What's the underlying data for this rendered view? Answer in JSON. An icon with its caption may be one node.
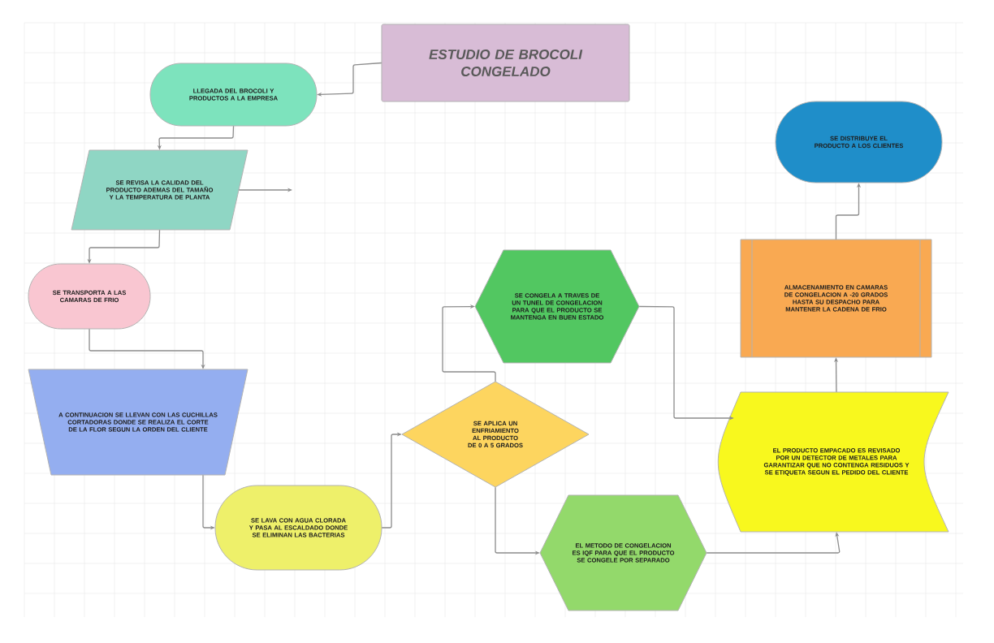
{
  "diagram": {
    "nodes": [
      {
        "text": [
          "ESTUDIO DE BROCOLI CONGELADO"
        ]
      },
      {
        "text": [
          "LLEGADA DEL BROCOLI Y PRODUCTOS A LA EMPRESA"
        ]
      },
      {
        "text": [
          "SE REVISA LA CALIDAD DEL PRODUCTO ADEMAS DEL TAMAÑO Y LA TEMPERATURA DE PLANTA"
        ]
      },
      {
        "text": [
          "SE TRANSPORTA A LAS CAMARAS DE FRIO"
        ]
      },
      {
        "text": [
          "A CONTINUACION SE LLEVAN CON LAS CUCHILLAS CORTADORAS DONDE SE REALIZA EL CORTE DE LA FLOR SEGUN LA ORDEN DEL CLIENTE"
        ]
      },
      {
        "text": [
          "SE LAVA CON AGUA CLORADA Y PASA AL ESCALDADO DONDE SE ELIMINAN LAS BACTERIAS"
        ]
      },
      {
        "text": [
          "SE APLICA UN ENFRIAMIENTO AL PRODUCTO DE 0 A 5 GRADOS"
        ]
      },
      {
        "text": [
          "SE CONGELA A TRAVES DE UN TUNEL DE CONGELACION PARA QUE EL PRODUCTO SE MANTENGA EN BUEN ESTADO"
        ]
      },
      {
        "text": [
          "EL METODO DE CONGELACION ES IQF PARA QUE EL PRODUCTO SE CONGELE POR SEPARADO"
        ]
      },
      {
        "text": [
          "EL PRODUCTO EMPACADO ES REVISADO POR UN DETECTOR DE METALES PARA GARANTIZAR QUE NO CONTENGA RESIDUOS Y SE ETIQUETA SEGUN EL PEDIDO DEL CLIENTE"
        ]
      },
      {
        "text": [
          "ALMACENAMIENTO EN CAMARAS DE CONGELACION A -20 GRADOS HASTA SU DESPACHO PARA MANTENER LA CADENA DE FRIO"
        ]
      },
      {
        "text": [
          "SE DISTRIBUYE EL PRODUCTO A LOS CLIENTES"
        ]
      }
    ],
    "edges": [
      {
        "from": 0,
        "to": 1,
        "arrow": "to"
      },
      {
        "from": 1,
        "to": 2,
        "arrow": "to"
      },
      {
        "from": 2,
        "to": null,
        "arrow": "to"
      },
      {
        "from": 2,
        "to": 3,
        "arrow": "to"
      },
      {
        "from": 3,
        "to": 4,
        "arrow": "to"
      },
      {
        "from": 4,
        "to": 5,
        "arrow": "to"
      },
      {
        "from": 5,
        "to": 6,
        "arrow": "to"
      },
      {
        "from": 6,
        "to": 7,
        "arrow": "to"
      },
      {
        "from": 6,
        "to": 8,
        "arrow": "to"
      },
      {
        "from": 7,
        "to": 9,
        "arrow": "to"
      },
      {
        "from": 8,
        "to": 9,
        "arrow": "to"
      },
      {
        "from": 9,
        "to": 10,
        "arrow": "to"
      },
      {
        "from": 10,
        "to": 11,
        "arrow": "to"
      }
    ]
  }
}
